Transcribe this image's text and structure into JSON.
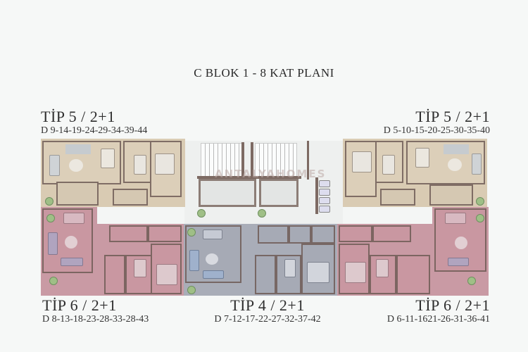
{
  "title": "C BLOK 1 - 8 KAT PLANI",
  "watermark": "ANTALYAHOMES",
  "units": {
    "top_left": {
      "type": "TİP 5 / 2+1",
      "doors": "D 9-14-19-24-29-34-39-44",
      "color": "#d9cbb3"
    },
    "top_right": {
      "type": "TİP 5 / 2+1",
      "doors": "D 5-10-15-20-25-30-35-40",
      "color": "#d9cbb3"
    },
    "bottom_left": {
      "type": "TİP 6 / 2+1",
      "doors": "D 8-13-18-23-28-33-28-43",
      "color": "#c99aa4"
    },
    "bottom_center": {
      "type": "TİP 4 / 2+1",
      "doors": "D 7-12-17-22-27-32-37-42",
      "color": "#a9adb8"
    },
    "bottom_right": {
      "type": "TİP 6 / 2+1",
      "doors": "D 6-11-1621-26-31-36-41",
      "color": "#c99aa4"
    }
  },
  "colors": {
    "background": "#f6f8f7",
    "wall": "#7d6a63",
    "tip5": "#d9cbb3",
    "tip6": "#c99aa4",
    "tip4": "#a9adb8",
    "core": "#eef0ef"
  }
}
